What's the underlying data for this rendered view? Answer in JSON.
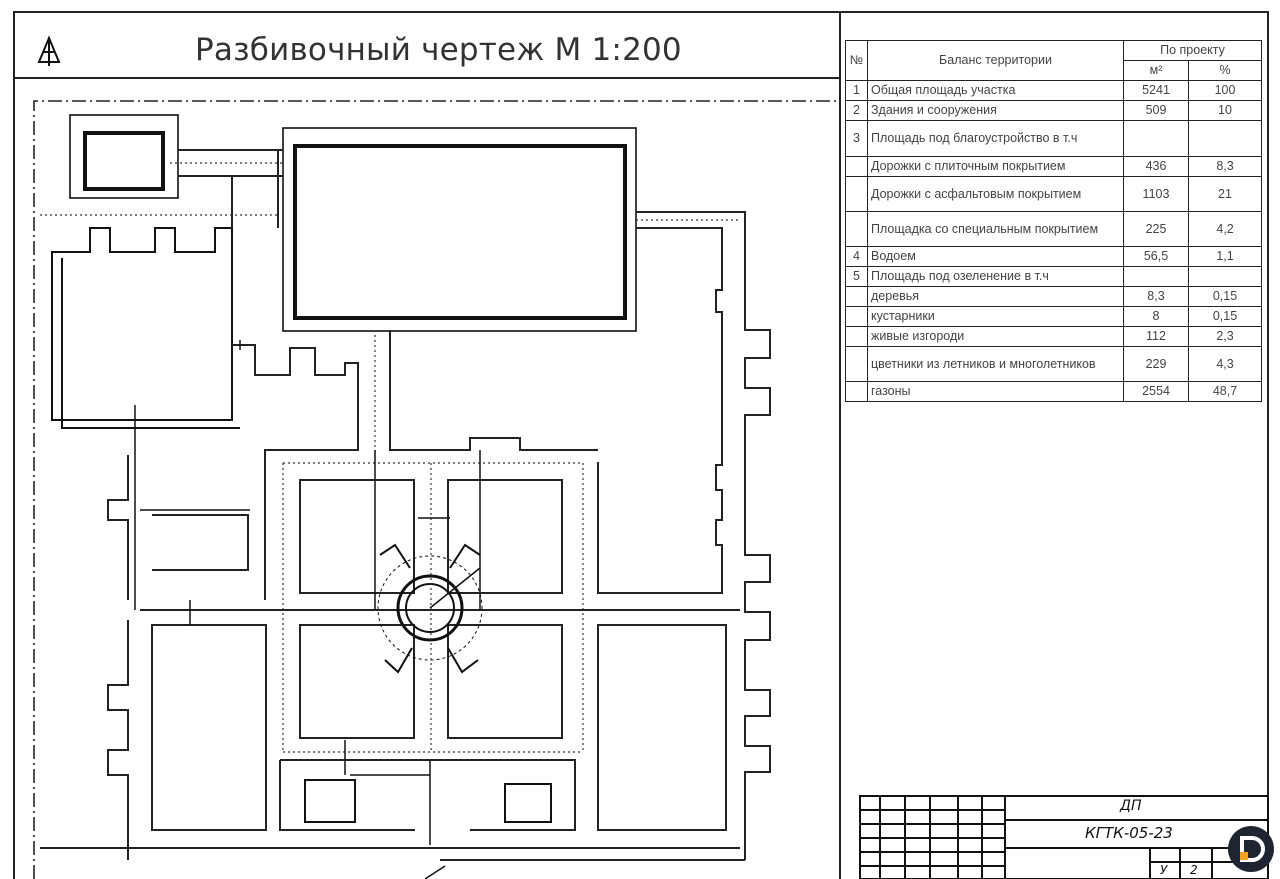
{
  "title": "Разбивочный чертеж М 1:200",
  "north_icon": "north-arrow-icon",
  "balance": {
    "header": {
      "no": "№",
      "name": "Баланс территории",
      "project": "По проекту",
      "unit_m2": "м²",
      "unit_pct": "%"
    },
    "rows": [
      {
        "no": "1",
        "name": "Общая площадь участка",
        "m2": "5241",
        "pct": "100"
      },
      {
        "no": "2",
        "name": "Здания и сооружения",
        "m2": "509",
        "pct": "10"
      },
      {
        "no": "3",
        "name": "Площадь под благоустройство в т.ч",
        "m2": "",
        "pct": ""
      },
      {
        "no": "",
        "name": "Дорожки с плиточным покрытием",
        "m2": "436",
        "pct": "8,3"
      },
      {
        "no": "",
        "name": "Дорожки с асфальтовым покрытием",
        "m2": "1103",
        "pct": "21"
      },
      {
        "no": "",
        "name": "Площадка со специальным покрытием",
        "m2": "225",
        "pct": "4,2"
      },
      {
        "no": "4",
        "name": "Водоем",
        "m2": "56,5",
        "pct": "1,1"
      },
      {
        "no": "5",
        "name": "Площадь под озеленение в т.ч",
        "m2": "",
        "pct": ""
      },
      {
        "no": "",
        "name": "деревья",
        "m2": "8,3",
        "pct": "0,15"
      },
      {
        "no": "",
        "name": "кустарники",
        "m2": "8",
        "pct": "0,15"
      },
      {
        "no": "",
        "name": "живые изгороди",
        "m2": "112",
        "pct": "2,3"
      },
      {
        "no": "",
        "name": "цветники из летников и многолетников",
        "m2": "229",
        "pct": "4,3"
      },
      {
        "no": "",
        "name": "газоны",
        "m2": "2554",
        "pct": "48,7"
      }
    ]
  },
  "stamp": {
    "code1": "ДП",
    "code2": "КГТК-05-23",
    "stage": "У",
    "sheet": "2"
  }
}
